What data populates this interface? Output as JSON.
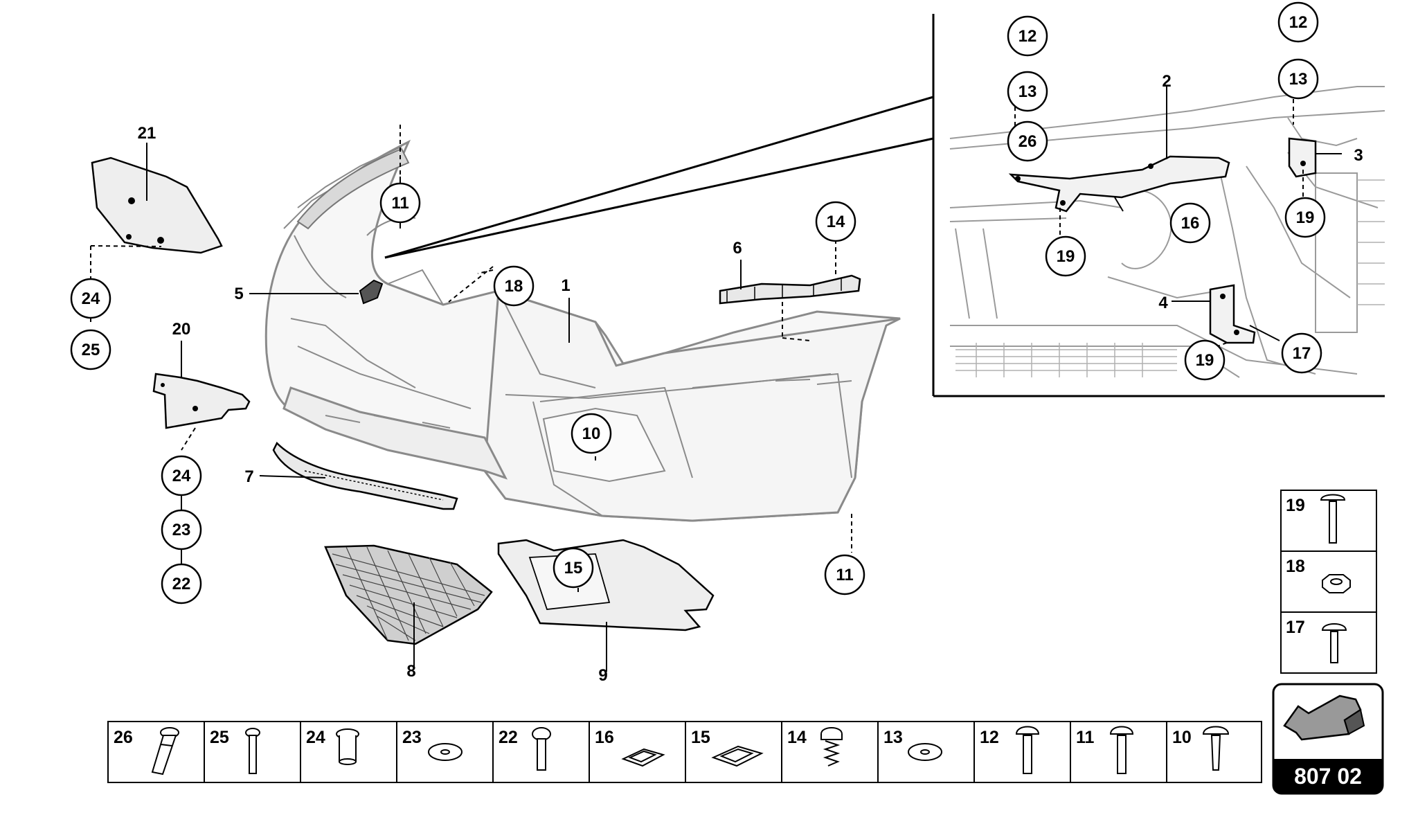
{
  "diagram": {
    "reference_code": "807 02",
    "inset_callouts": [
      "12",
      "13",
      "26",
      "2",
      "16",
      "19",
      "12",
      "13",
      "3",
      "19",
      "4",
      "19",
      "17"
    ],
    "main_callouts": [
      "11",
      "18",
      "14",
      "5",
      "1",
      "6",
      "10",
      "7",
      "15",
      "11",
      "8",
      "9"
    ],
    "left_callouts": [
      "21",
      "24",
      "25",
      "20",
      "24",
      "23",
      "22"
    ],
    "fastener_table_bottom": [
      {
        "num": "26",
        "icon": "long-bolt-icon"
      },
      {
        "num": "25",
        "icon": "pin-bolt-icon"
      },
      {
        "num": "24",
        "icon": "grommet-icon"
      },
      {
        "num": "23",
        "icon": "washer-icon"
      },
      {
        "num": "22",
        "icon": "screw-icon"
      },
      {
        "num": "16",
        "icon": "clip-nut-icon"
      },
      {
        "num": "15",
        "icon": "clip-nut-icon"
      },
      {
        "num": "14",
        "icon": "plastic-rivet-icon"
      },
      {
        "num": "13",
        "icon": "washer-icon"
      },
      {
        "num": "12",
        "icon": "flange-bolt-icon"
      },
      {
        "num": "11",
        "icon": "flange-bolt-icon"
      },
      {
        "num": "10",
        "icon": "flange-screw-icon"
      }
    ],
    "fastener_table_right": [
      {
        "num": "19",
        "icon": "bolt-icon"
      },
      {
        "num": "18",
        "icon": "hex-nut-icon"
      },
      {
        "num": "17",
        "icon": "bolt-icon"
      }
    ]
  }
}
